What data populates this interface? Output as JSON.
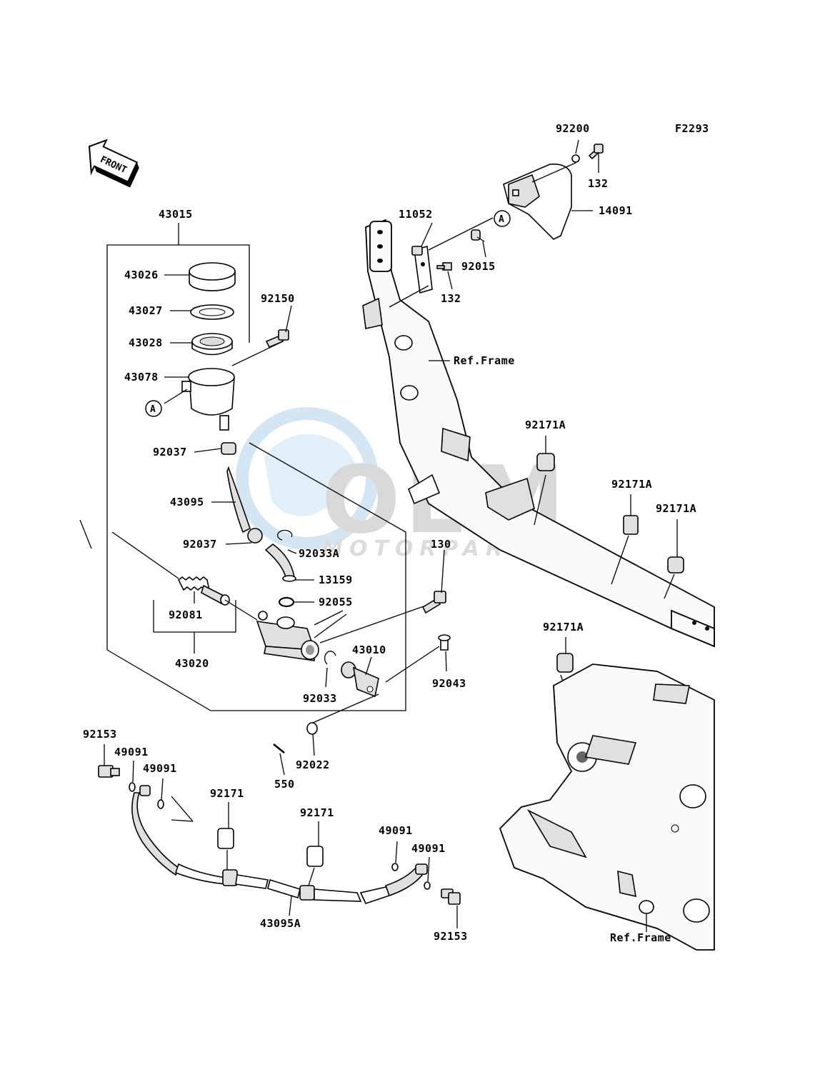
{
  "figure_code": "F2293",
  "front_arrow": "FRONT",
  "watermark": {
    "brand": "OEM",
    "sub": "MOTORPARTS"
  },
  "callout_letter": "A",
  "ref_frame": "Ref.Frame",
  "labels": {
    "p43015": "43015",
    "p43026": "43026",
    "p43027": "43027",
    "p43028": "43028",
    "p43078": "43078",
    "p92037a": "92037",
    "p43095": "43095",
    "p92037b": "92037",
    "p92081": "92081",
    "p43020": "43020",
    "p92150": "92150",
    "p92033A": "92033A",
    "p13159": "13159",
    "p92055": "92055",
    "p130": "130",
    "p43010": "43010",
    "p92033": "92033",
    "p92043": "92043",
    "p92022": "92022",
    "p550": "550",
    "p11052": "11052",
    "p92015": "92015",
    "p132a": "132",
    "p132b": "132",
    "p92200": "92200",
    "p14091": "14091",
    "p92171A_1": "92171A",
    "p92171A_2": "92171A",
    "p92171A_3": "92171A",
    "p92171A_4": "92171A",
    "p92153a": "92153",
    "p49091a": "49091",
    "p49091b": "49091",
    "p92171a": "92171",
    "p92171b": "92171",
    "p49091c": "49091",
    "p49091d": "49091",
    "p43095A": "43095A",
    "p92153b": "92153"
  }
}
